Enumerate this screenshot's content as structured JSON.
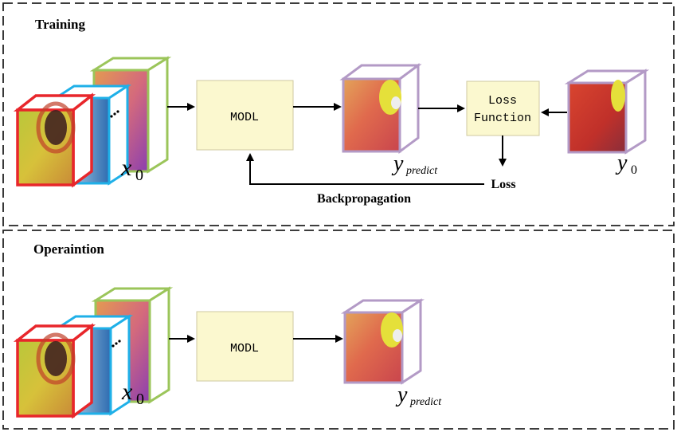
{
  "sections": {
    "training": {
      "title": "Training"
    },
    "operation": {
      "title": "Operaintion"
    }
  },
  "training": {
    "model_label": "MODL",
    "loss_function_line1": "Loss",
    "loss_function_line2": "Function",
    "loss_label": "Loss",
    "backprop_label": "Backpropagation",
    "input_var": "x",
    "input_sub": "0",
    "pred_var": "y",
    "pred_sub": "predict",
    "target_var": "y",
    "target_sub": "0"
  },
  "operation": {
    "model_label": "MODL",
    "input_var": "x",
    "input_sub": "0",
    "pred_var": "y",
    "pred_sub": "predict"
  },
  "colors": {
    "box_fill": "#fbf8cf",
    "cube_red": "#e8262b",
    "cube_blue": "#1fb0e8",
    "cube_green": "#9bc55a",
    "cube_purple": "#b39ac6",
    "dash": "#222222"
  }
}
